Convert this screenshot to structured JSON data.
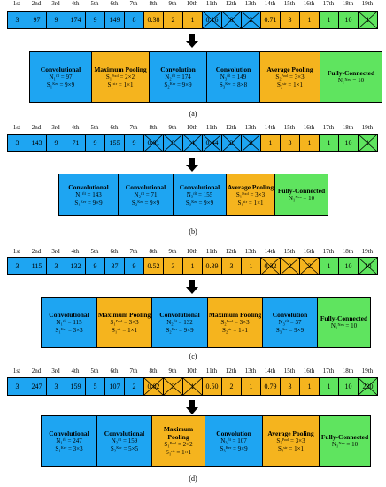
{
  "colors": {
    "blue": "#1ea5f2",
    "orange": "#f5b41e",
    "green": "#5fe45f"
  },
  "index_labels": [
    "1st",
    "2nd",
    "3rd",
    "4th",
    "5th",
    "6th",
    "7th",
    "8th",
    "9th",
    "10th",
    "11th",
    "12th",
    "13th",
    "14th",
    "15th",
    "16th",
    "17th",
    "18th",
    "19th"
  ],
  "panels": [
    {
      "caption": "(a)",
      "cells": [
        {
          "v": "3",
          "c": "blue"
        },
        {
          "v": "97",
          "c": "blue"
        },
        {
          "v": "9",
          "c": "blue"
        },
        {
          "v": "174",
          "c": "blue"
        },
        {
          "v": "9",
          "c": "blue"
        },
        {
          "v": "149",
          "c": "blue"
        },
        {
          "v": "8",
          "c": "blue"
        },
        {
          "v": "0.38",
          "c": "orange"
        },
        {
          "v": "2",
          "c": "orange"
        },
        {
          "v": "1",
          "c": "orange"
        },
        {
          "v": "0.16",
          "c": "blue",
          "x": true
        },
        {
          "v": "8",
          "c": "blue",
          "x": true
        },
        {
          "v": "2",
          "c": "blue",
          "x": true
        },
        {
          "v": "0.71",
          "c": "orange"
        },
        {
          "v": "3",
          "c": "orange"
        },
        {
          "v": "1",
          "c": "orange"
        },
        {
          "v": "1",
          "c": "green"
        },
        {
          "v": "10",
          "c": "green"
        },
        {
          "v": "1",
          "c": "green",
          "x": true
        }
      ],
      "blocks": [
        {
          "c": "blue",
          "title": "Convolutional",
          "l1": "N₁ᶠⁱˡ = 97",
          "l2": "S₁ᴷᵉʳ = 9×9"
        },
        {
          "c": "orange",
          "title": "Maximum Pooling",
          "l1": "S₁ᴾᵒᵒˡ = 2×2",
          "l2": "S₁ˢᵗʳ = 1×1"
        },
        {
          "c": "blue",
          "title": "Convolution",
          "l1": "N₂ᶠⁱˡ = 174",
          "l2": "S₂ᴷᵉʳ = 9×9"
        },
        {
          "c": "blue",
          "title": "Convolution",
          "l1": "N₃ᶠⁱˡ = 149",
          "l2": "S₃ᴷᵉʳ = 8×8"
        },
        {
          "c": "orange",
          "title": "Average Pooling",
          "l1": "S₂ᴾᵒᵒˡ = 3×3",
          "l2": "S₂ˢᵗʳ = 1×1"
        },
        {
          "c": "green",
          "title": "Fully-Connected",
          "l1": "N₁ᴺᵉᵘ = 10",
          "l2": ""
        }
      ]
    },
    {
      "caption": "(b)",
      "cells": [
        {
          "v": "3",
          "c": "blue"
        },
        {
          "v": "143",
          "c": "blue"
        },
        {
          "v": "9",
          "c": "blue"
        },
        {
          "v": "71",
          "c": "blue"
        },
        {
          "v": "9",
          "c": "blue"
        },
        {
          "v": "155",
          "c": "blue"
        },
        {
          "v": "9",
          "c": "blue"
        },
        {
          "v": "0.01",
          "c": "blue",
          "x": true
        },
        {
          "v": "9",
          "c": "blue",
          "x": true
        },
        {
          "v": "4",
          "c": "blue",
          "x": true
        },
        {
          "v": "0.44",
          "c": "blue",
          "x": true
        },
        {
          "v": "2",
          "c": "blue",
          "x": true
        },
        {
          "v": "2",
          "c": "blue",
          "x": true
        },
        {
          "v": "1",
          "c": "orange"
        },
        {
          "v": "3",
          "c": "orange"
        },
        {
          "v": "1",
          "c": "orange"
        },
        {
          "v": "1",
          "c": "green"
        },
        {
          "v": "10",
          "c": "green"
        },
        {
          "v": "1",
          "c": "green",
          "x": true
        }
      ],
      "blocks": [
        {
          "c": "blue",
          "title": "Convolutional",
          "l1": "N₁ᶠⁱˡ = 143",
          "l2": "S₁ᴷᵉʳ = 9×9"
        },
        {
          "c": "blue",
          "title": "Convolutional",
          "l1": "N₂ᶠⁱˡ = 71",
          "l2": "S₂ᴷᵉʳ = 9×9"
        },
        {
          "c": "blue",
          "title": "Convolutional",
          "l1": "N₃ᶠⁱˡ = 155",
          "l2": "S₃ᴷᵉʳ = 9×9"
        },
        {
          "c": "orange",
          "title": "Average Pooling",
          "l1": "S₁ᴾᵒᵒˡ = 3×3",
          "l2": "S₁ˢᵗʳ = 1×1"
        },
        {
          "c": "green",
          "title": "Fully-Connected",
          "l1": "N₁ᴺᵉᵘ = 10",
          "l2": ""
        }
      ]
    },
    {
      "caption": "(c)",
      "cells": [
        {
          "v": "3",
          "c": "blue"
        },
        {
          "v": "115",
          "c": "blue"
        },
        {
          "v": "3",
          "c": "blue"
        },
        {
          "v": "132",
          "c": "blue"
        },
        {
          "v": "9",
          "c": "blue"
        },
        {
          "v": "37",
          "c": "blue"
        },
        {
          "v": "9",
          "c": "blue"
        },
        {
          "v": "0.52",
          "c": "orange"
        },
        {
          "v": "3",
          "c": "orange"
        },
        {
          "v": "1",
          "c": "orange"
        },
        {
          "v": "0.39",
          "c": "orange"
        },
        {
          "v": "3",
          "c": "orange"
        },
        {
          "v": "1",
          "c": "orange"
        },
        {
          "v": "0.32",
          "c": "orange",
          "x": true
        },
        {
          "v": "2",
          "c": "orange",
          "x": true
        },
        {
          "v": "2",
          "c": "orange",
          "x": true
        },
        {
          "v": "1",
          "c": "green"
        },
        {
          "v": "10",
          "c": "green"
        },
        {
          "v": "10",
          "c": "green",
          "x": true
        }
      ],
      "blocks": [
        {
          "c": "blue",
          "title": "Convolutional",
          "l1": "N₁ᶠⁱˡ = 115",
          "l2": "S₁ᴷᵉʳ = 3×3"
        },
        {
          "c": "orange",
          "title": "Maximum Pooling",
          "l1": "S₁ᴾᵒᵒˡ = 3×3",
          "l2": "S₁ˢᵗʳ = 1×1"
        },
        {
          "c": "blue",
          "title": "Convolutional",
          "l1": "N₂ᶠⁱˡ = 132",
          "l2": "S₂ᴷᵉʳ = 9×9"
        },
        {
          "c": "orange",
          "title": "Maximum Pooling",
          "l1": "S₂ᴾᵒᵒˡ = 3×3",
          "l2": "S₂ˢᵗʳ = 1×1"
        },
        {
          "c": "blue",
          "title": "Convolution",
          "l1": "N₃ᶠⁱˡ = 37",
          "l2": "S₃ᴷᵉʳ = 9×9"
        },
        {
          "c": "green",
          "title": "Fully-Connected",
          "l1": "N₁ᴺᵉᵘ = 10",
          "l2": ""
        }
      ]
    },
    {
      "caption": "(d)",
      "cells": [
        {
          "v": "3",
          "c": "blue"
        },
        {
          "v": "247",
          "c": "blue"
        },
        {
          "v": "3",
          "c": "blue"
        },
        {
          "v": "159",
          "c": "blue"
        },
        {
          "v": "5",
          "c": "blue"
        },
        {
          "v": "107",
          "c": "blue"
        },
        {
          "v": "2",
          "c": "blue"
        },
        {
          "v": "0.02",
          "c": "orange",
          "x": true
        },
        {
          "v": "3",
          "c": "orange",
          "x": true
        },
        {
          "v": "1",
          "c": "orange",
          "x": true
        },
        {
          "v": "0.50",
          "c": "orange"
        },
        {
          "v": "2",
          "c": "orange"
        },
        {
          "v": "1",
          "c": "orange"
        },
        {
          "v": "0.79",
          "c": "orange"
        },
        {
          "v": "3",
          "c": "orange"
        },
        {
          "v": "1",
          "c": "orange"
        },
        {
          "v": "1",
          "c": "green"
        },
        {
          "v": "10",
          "c": "green"
        },
        {
          "v": "220",
          "c": "green",
          "x": true
        }
      ],
      "blocks": [
        {
          "c": "blue",
          "title": "Convolutional",
          "l1": "N₁ᶠⁱˡ = 247",
          "l2": "S₁ᴷᵉʳ = 3×3"
        },
        {
          "c": "blue",
          "title": "Convolutional",
          "l1": "N₂ᶠⁱˡ = 159",
          "l2": "S₂ᴷᵉʳ = 5×5"
        },
        {
          "c": "orange",
          "title": "Maximum Pooling",
          "l1": "S₁ᴾᵒᵒˡ = 2×2",
          "l2": "S₁ˢᵗʳ = 1×1"
        },
        {
          "c": "blue",
          "title": "Convolution",
          "l1": "N₃ᶠⁱˡ = 107",
          "l2": "S₃ᴷᵉʳ = 9×9"
        },
        {
          "c": "orange",
          "title": "Average Pooling",
          "l1": "S₂ᴾᵒᵒˡ = 3×3",
          "l2": "S₂ˢᵗʳ = 1×1"
        },
        {
          "c": "green",
          "title": "Fully-Connected",
          "l1": "N₁ᴺᵉᵘ = 10",
          "l2": ""
        }
      ]
    }
  ]
}
